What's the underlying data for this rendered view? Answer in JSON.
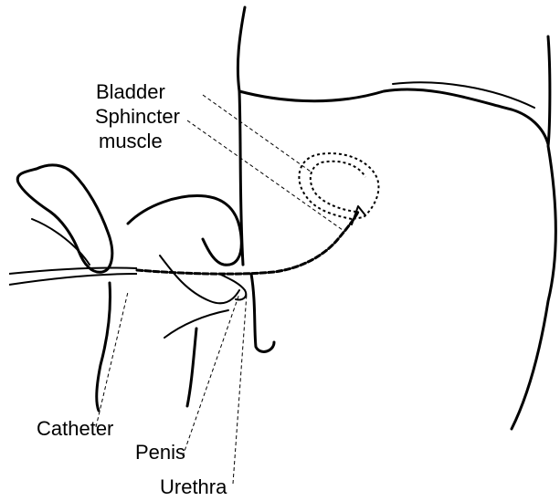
{
  "labels": {
    "bladder": "Bladder",
    "sphincter_line1": "Sphincter",
    "sphincter_line2": "muscle",
    "catheter": "Catheter",
    "penis": "Penis",
    "urethra": "Urethra"
  },
  "colors": {
    "ink": "#000000",
    "paper": "#ffffff"
  }
}
